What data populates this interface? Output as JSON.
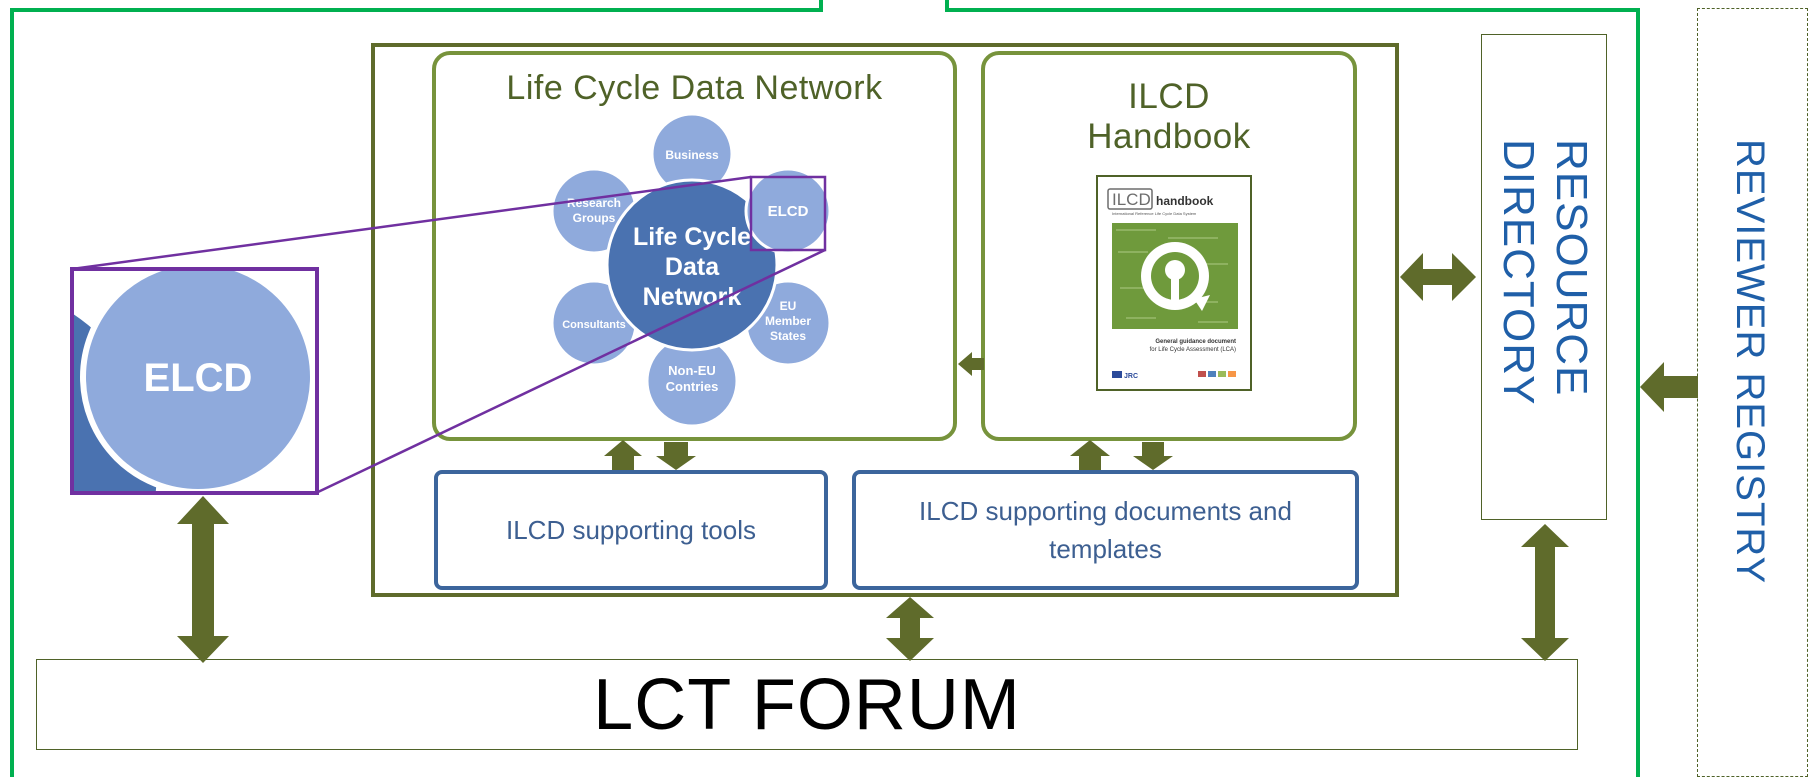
{
  "lcdn": {
    "title": "Life Cycle Data Network",
    "center": [
      "Life Cycle",
      "Data",
      "Network"
    ],
    "nodes": {
      "business": [
        "Business"
      ],
      "research": [
        "Research",
        "Groups"
      ],
      "elcd": [
        "ELCD"
      ],
      "eu": [
        "EU",
        "Member",
        "States"
      ],
      "consultants": [
        "Consultants"
      ],
      "noneu": [
        "Non-EU",
        "Contries"
      ]
    }
  },
  "handbook": {
    "title_line1": "ILCD",
    "title_line2": "Handbook",
    "cover_logo": "ILCD",
    "cover_word": "handbook",
    "cover_subtitle": "International Reference Life Cycle Data System",
    "cover_caption_1": "General guidance document",
    "cover_caption_2": "for Life Cycle Assessment (LCA)",
    "cover_footer": "JRC"
  },
  "zoom": {
    "label": "ELCD"
  },
  "tools": {
    "label": "ILCD supporting tools"
  },
  "docs": {
    "label": "ILCD supporting documents and templates"
  },
  "resource": {
    "label": "RESOURCE DIRECTORY"
  },
  "reviewer": {
    "label": "REVIEWER REGISTRY"
  },
  "forum": {
    "label": "LCT FORUM"
  },
  "colors": {
    "frame_green": "#00b050",
    "panel_green": "#77933c",
    "arrow_olive": "#5f6b2b",
    "support_blue": "#3c659c",
    "zoom_purple": "#7030a0",
    "node_light": "#8faadc",
    "node_dark": "#4a72b0"
  }
}
